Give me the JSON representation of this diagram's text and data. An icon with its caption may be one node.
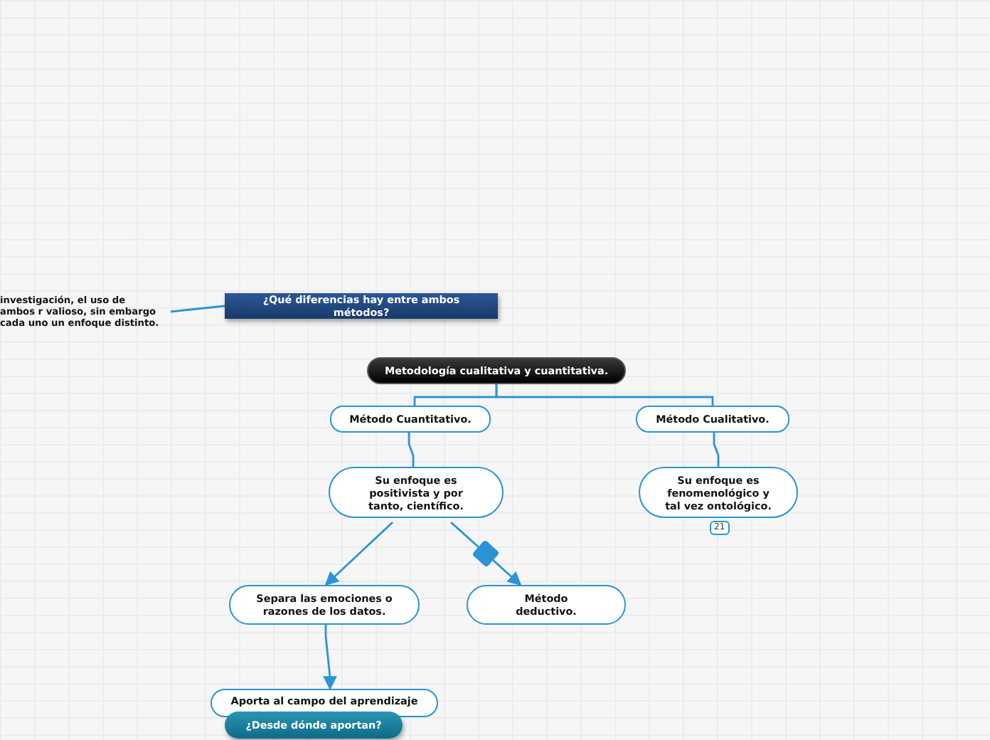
{
  "diagram": {
    "nodes": [
      {
        "text": [
          "investigación, el uso de ambos r valioso, sin embargo cada uno un enfoque distinto."
        ]
      },
      {
        "text": [
          "¿Qué diferencias hay entre ambos métodos?"
        ]
      },
      {
        "text": [
          "Metodología cualitativa y cuantitativa."
        ]
      },
      {
        "text": [
          "Método Cuantitativo."
        ]
      },
      {
        "text": [
          "Método Cualitativo."
        ]
      },
      {
        "text": [
          "Su enfoque es positivista y por tanto, científico."
        ]
      },
      {
        "text": [
          "Su enfoque es fenomenológico y tal vez ontológico."
        ]
      },
      {
        "text": [
          "Separa las emociones o razones de los datos."
        ]
      },
      {
        "text": [
          "Método deductivo."
        ]
      },
      {
        "text": [
          "Aporta al campo del aprendizaje"
        ]
      },
      {
        "text": [
          "¿Desde dónde aportan?"
        ]
      }
    ],
    "edges": [
      {
        "from": 1,
        "to": 0,
        "arrow": "none"
      },
      {
        "from": 2,
        "to": 3,
        "arrow": "none"
      },
      {
        "from": 2,
        "to": 4,
        "arrow": "none"
      },
      {
        "from": 3,
        "to": 5,
        "arrow": "none"
      },
      {
        "from": 4,
        "to": 6,
        "arrow": "none"
      },
      {
        "from": 5,
        "to": 7,
        "arrow": "to"
      },
      {
        "from": 5,
        "to": 8,
        "arrow": "to"
      },
      {
        "from": 7,
        "to": 9,
        "arrow": "to"
      }
    ],
    "labels": [
      "21"
    ]
  }
}
